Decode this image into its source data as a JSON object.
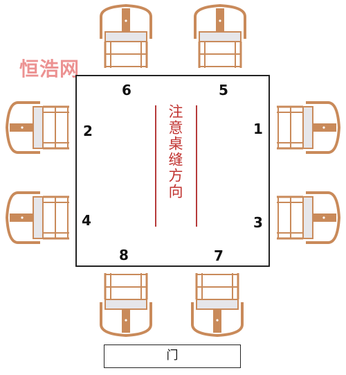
{
  "watermark": "恒浩网",
  "note": "注意桌缝方向",
  "door_label": "门",
  "seats": {
    "s1": "1",
    "s2": "2",
    "s3": "3",
    "s4": "4",
    "s5": "5",
    "s6": "6",
    "s7": "7",
    "s8": "8"
  },
  "colors": {
    "chair_wood": "#c98a5a",
    "chair_wood_dark": "#b5764a",
    "cushion": "#e6e6ea",
    "note_red": "#c0322f",
    "table_border": "#222222"
  }
}
